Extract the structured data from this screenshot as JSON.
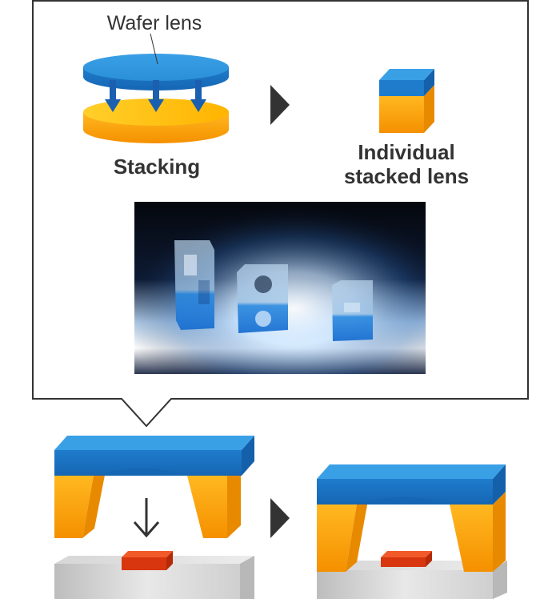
{
  "labels": {
    "wafer_lens": "Wafer lens",
    "stacking": "Stacking",
    "individual_line1": "Individual",
    "individual_line2": "stacked lens"
  },
  "colors": {
    "blue_top": "#2a8fd8",
    "blue_front": "#1a6fc0",
    "orange_top": "#ffc21a",
    "orange_front": "#f59d00",
    "red_chip": "#e8401c",
    "callout_border": "#333333",
    "label_text": "#333333"
  },
  "icons": {
    "step_arrow": "triangle-right-icon",
    "down_arrow": "arrow-down-icon"
  }
}
